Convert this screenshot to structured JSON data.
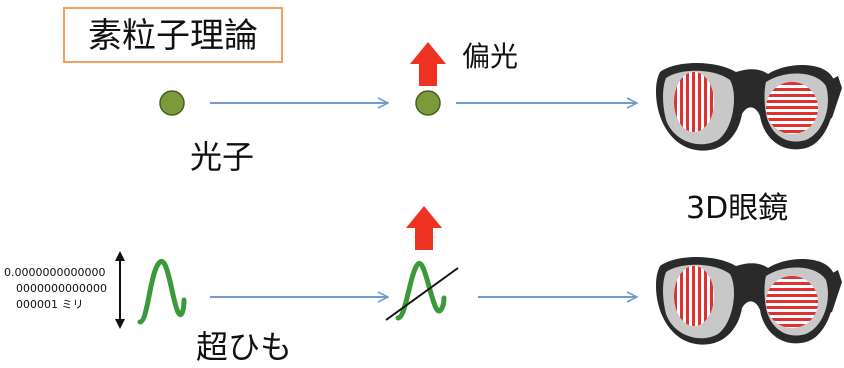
{
  "title": "素粒子理論",
  "labels": {
    "polarization": "偏光",
    "photon": "光子",
    "glasses_3d": "3D眼鏡",
    "superstring": "超ひも",
    "size_line1": "0.0000000000000",
    "size_line2": "0000000000000",
    "size_line3": "000001  ミリ"
  },
  "colors": {
    "title_border": "#f0a060",
    "arrow": "#6f9ccc",
    "photon_fill": "#7a9a3c",
    "string_stroke": "#3a9a3a",
    "polarizer_arrow": "#ee3322",
    "lens_stripes": "#e03030",
    "frame": "#2a2a2a"
  },
  "icons": [
    "up-arrow-icon",
    "photon-dot-icon",
    "superstring-wave-icon",
    "3d-glasses-icon",
    "double-arrow-icon"
  ]
}
